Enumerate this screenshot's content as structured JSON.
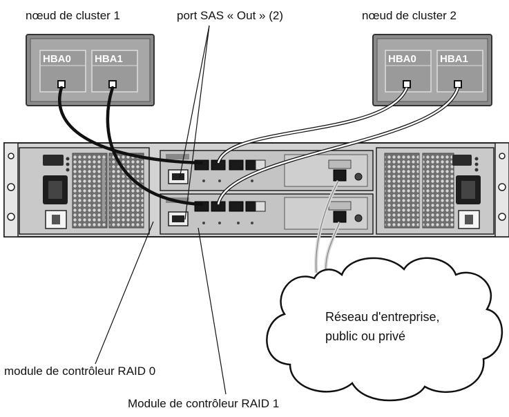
{
  "labels": {
    "node1": "nœud de cluster 1",
    "node2": "nœud de cluster 2",
    "sas_out": "port SAS « Out » (2)",
    "raid0": "module de contrôleur RAID 0",
    "raid1": "Module de contrôleur RAID 1"
  },
  "hba": {
    "hba0": "HBA0",
    "hba1": "HBA1"
  },
  "cloud": {
    "line1": "Réseau d'entreprise,",
    "line2": "public ou privé"
  }
}
